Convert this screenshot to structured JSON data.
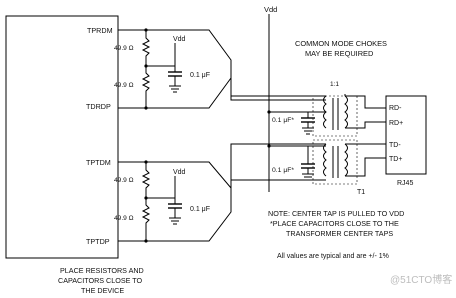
{
  "supply": "Vdd",
  "device_pins": [
    "TPRDM",
    "TDRDP",
    "TPTDM",
    "TPTDP"
  ],
  "resistor_value": "49.9 Ω",
  "cap_local": "0.1 μF",
  "cap_tap": "0.1 μF*",
  "transformer_ratio": "1:1",
  "transformer_ref": "T1",
  "connector_ref": "RJ45",
  "connector_pins": [
    "RD-",
    "RD+",
    "TD-",
    "TD+"
  ],
  "notes": {
    "chokes_line1": "COMMON MODE CHOKES",
    "chokes_line2": "MAY BE REQUIRED",
    "center_tap_line1": "NOTE: CENTER TAP IS PULLED TO VDD",
    "center_tap_line2": "*PLACE CAPACITORS CLOSE TO THE",
    "center_tap_line3": "TRANSFORMER CENTER TAPS",
    "values_note": "All values are typical and are +/- 1%",
    "place_line1": "PLACE RESISTORS AND",
    "place_line2": "CAPACITORS CLOSE TO",
    "place_line3": "THE DEVICE"
  },
  "watermark": "@51CTO博客"
}
